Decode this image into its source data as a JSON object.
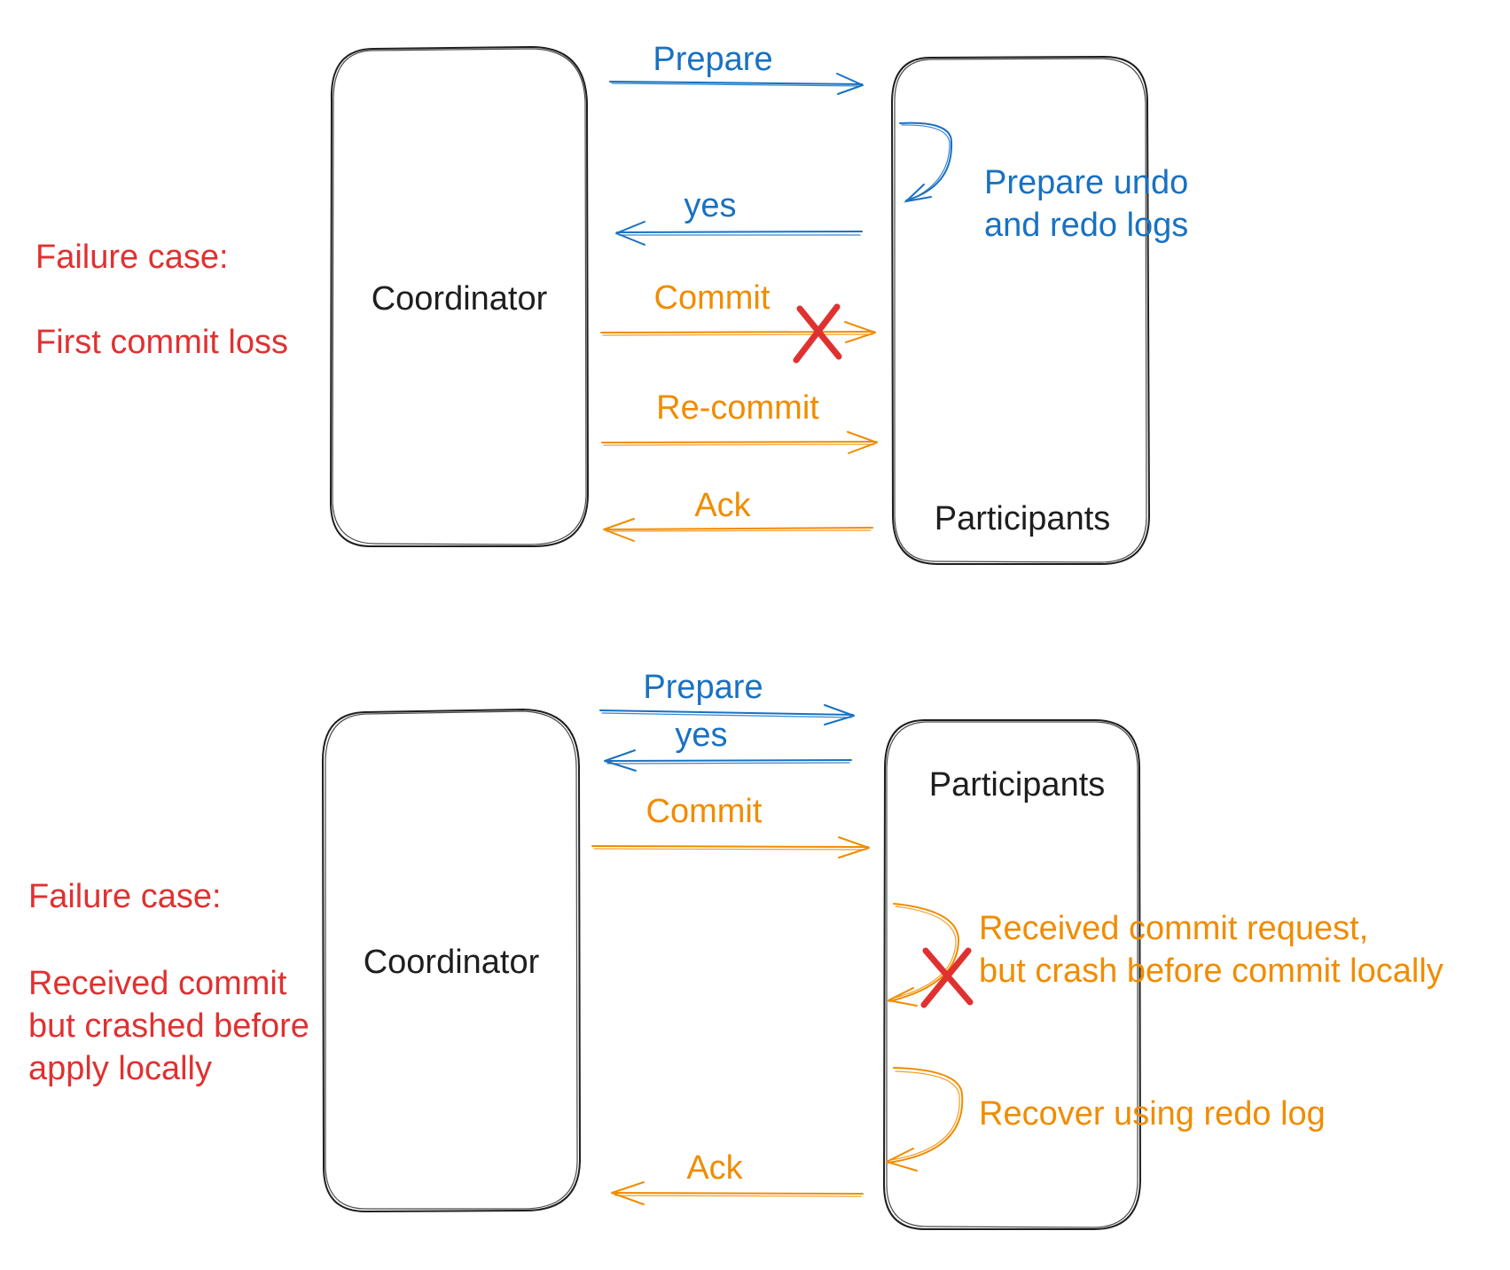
{
  "colors": {
    "blue": "#1971c2",
    "orange": "#f08c00",
    "red": "#e03131",
    "black": "#1e1e1e"
  },
  "diagram1": {
    "failure_heading": "Failure case:",
    "failure_desc": "First commit loss",
    "coordinator": "Coordinator",
    "participants": "Participants",
    "msg_prepare": "Prepare",
    "msg_yes": "yes",
    "msg_commit": "Commit",
    "msg_recommit": "Re-commit",
    "msg_ack": "Ack",
    "note_line1": "Prepare undo",
    "note_line2": "and redo logs"
  },
  "diagram2": {
    "failure_heading": "Failure case:",
    "failure_desc_line1": "Received commit",
    "failure_desc_line2": "but crashed before",
    "failure_desc_line3": "apply locally",
    "coordinator": "Coordinator",
    "participants": "Participants",
    "msg_prepare": "Prepare",
    "msg_yes": "yes",
    "msg_commit": "Commit",
    "msg_ack": "Ack",
    "note1_line1": "Received commit request,",
    "note1_line2": "but crash before commit locally",
    "note2": "Recover using redo log"
  }
}
